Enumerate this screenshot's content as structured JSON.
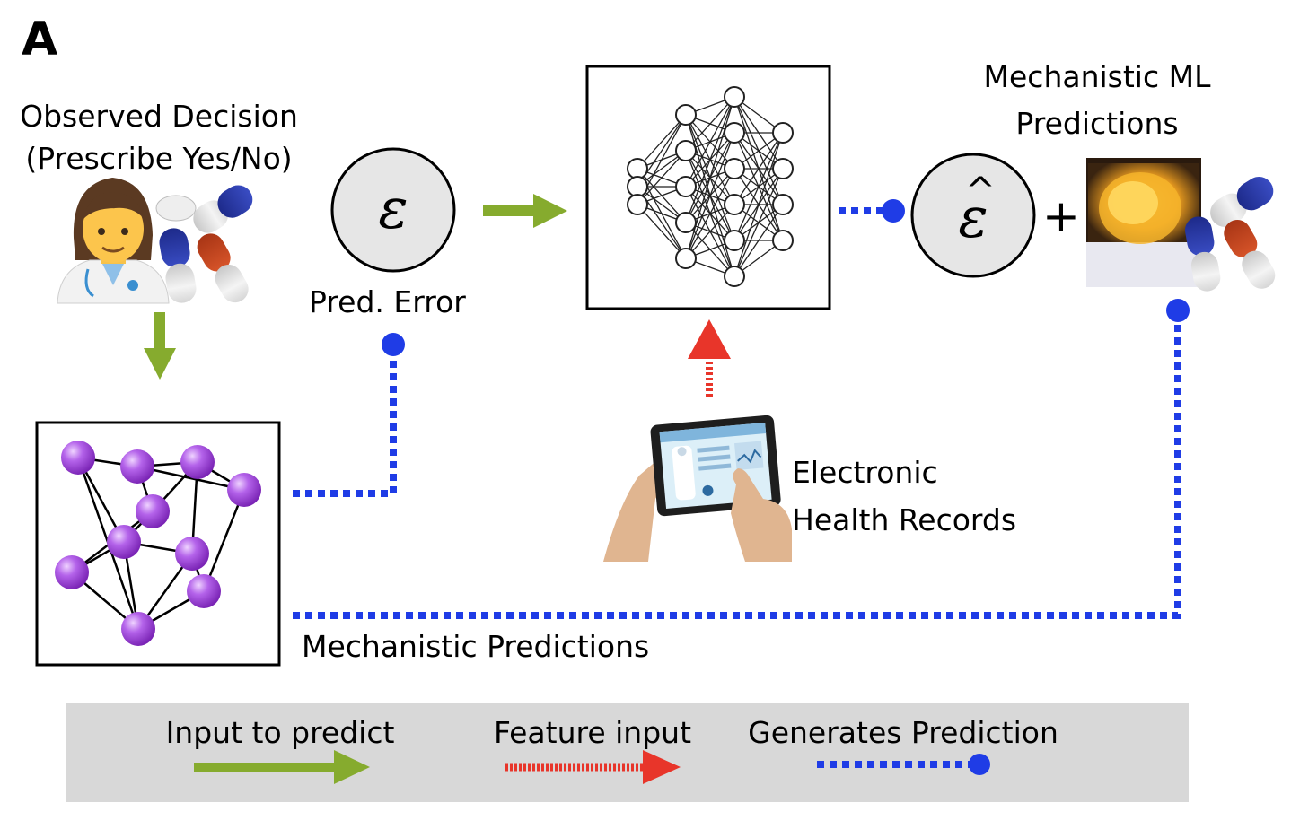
{
  "panel_label": "A",
  "observed_decision": {
    "line1": "Observed Decision",
    "line2": "(Prescribe Yes/No)"
  },
  "pred_error_label": "Pred. Error",
  "epsilon_symbol": "ε",
  "epsilon_hat_symbol": "ε",
  "hat_symbol": "^",
  "plus_symbol": "+",
  "mechanistic_ml": {
    "line1": "Mechanistic ML",
    "line2": "Predictions"
  },
  "ehr": {
    "line1": "Electronic",
    "line2": "Health Records"
  },
  "mechanistic_predictions_label": "Mechanistic Predictions",
  "legend": {
    "input_to_predict": "Input to predict",
    "feature_input": "Feature input",
    "generates_prediction": "Generates Prediction"
  },
  "colors": {
    "green_arrow": "#86ab2e",
    "red_arrow": "#e8352a",
    "blue_dotted": "#1f3ce6",
    "node_purple": "#a64ee0",
    "legend_bg": "#d8d8d8"
  },
  "icons": [
    "doctor-icon",
    "pills-icon",
    "neural-network-icon",
    "molecular-network-icon",
    "tablet-ehr-icon"
  ]
}
